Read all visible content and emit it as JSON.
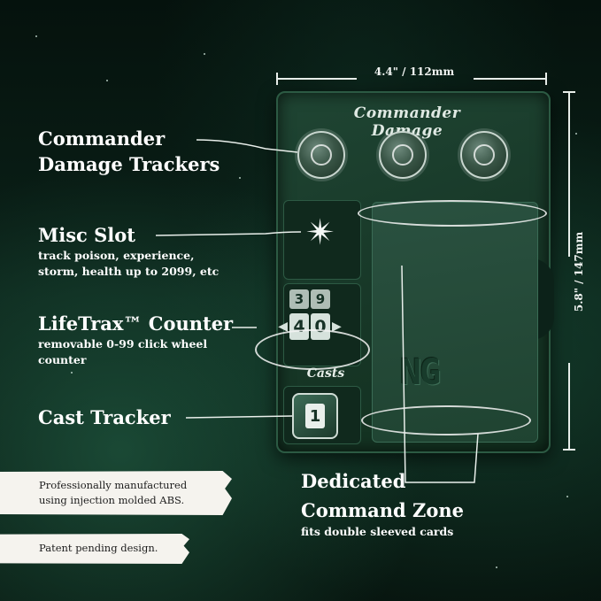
{
  "dimensions": {
    "width_label": "4.4\" / 112mm",
    "height_label": "5.8\" / 147mm"
  },
  "device": {
    "header_label": "Commander Damage",
    "casts_label": "Casts",
    "counter_digits": [
      "4",
      "0"
    ],
    "counter_top_digits": [
      "3",
      "9"
    ],
    "cast_value": "1",
    "logo_text": "NG"
  },
  "features": {
    "commander_damage": {
      "title_line1": "Commander",
      "title_line2": "Damage Trackers"
    },
    "misc_slot": {
      "title": "Misc Slot",
      "desc_line1": "track poison, experience,",
      "desc_line2": "storm, health up to 2099, etc"
    },
    "lifetrax": {
      "title": "LifeTrax™ Counter",
      "desc_line1": "removable 0-99 click wheel",
      "desc_line2": "counter"
    },
    "cast_tracker": {
      "title": "Cast Tracker"
    },
    "command_zone": {
      "title_line1": "Dedicated",
      "title_line2": "Command Zone",
      "desc": "fits double sleeved cards"
    }
  },
  "notes": {
    "manufacturing_line1": "Professionally manufactured",
    "manufacturing_line2": "using injection molded ABS.",
    "patent": "Patent pending design."
  },
  "colors": {
    "background": "#0b2219",
    "device": "#1f4533",
    "text": "#ffffff",
    "paper": "#f5f3ee"
  }
}
